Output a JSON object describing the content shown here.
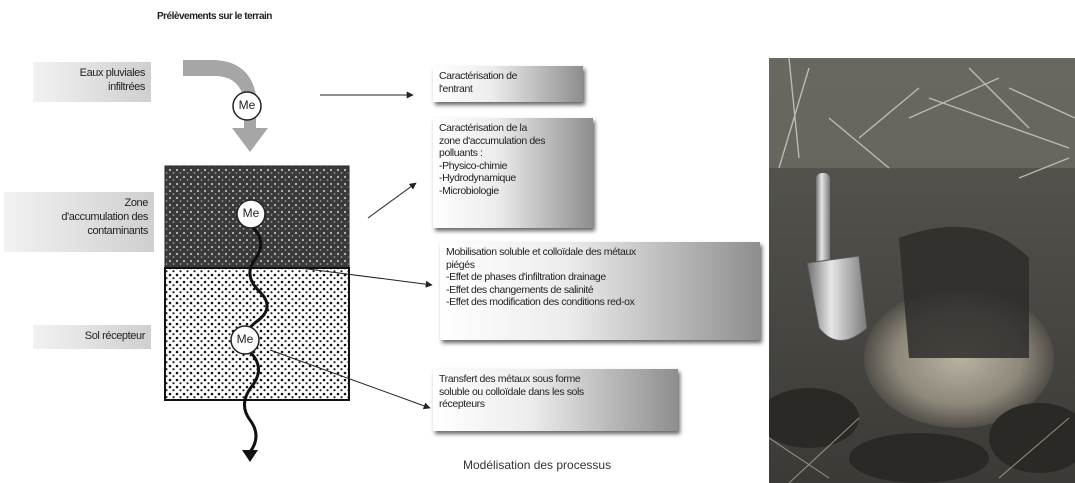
{
  "title": "Prélèvements sur le terrain",
  "footer": "Modélisation des processus",
  "left_labels": {
    "rain": "Eaux pluviales\ninfiltrées",
    "zone": "Zone\nd'accumulation des\ncontaminants",
    "soil": "Sol récepteur"
  },
  "me_label": "Me",
  "boxes": {
    "entrant": "Caractérisation de\nl'entrant",
    "accumulation": "Caractérisation de la\nzone d'accumulation des\npolluants :\n-Physico-chimie\n-Hydrodynamique\n-Microbiologie",
    "mobilisation": "Mobilisation soluble et colloïdale des métaux\npiégés\n-Effet de phases d'infiltration drainage\n-Effet des changements de salinité\n-Effet des modification des conditions red-ox",
    "transfert": "Transfert des métaux sous forme\nsoluble ou colloïdale dans les sols\nrécepteurs"
  },
  "photo": {
    "description": "field soil sampling pit with metal scoop"
  },
  "colors": {
    "dark_zone": "#3a3a3a",
    "arrow_gray": "#a6a6a6",
    "line": "#222222"
  }
}
